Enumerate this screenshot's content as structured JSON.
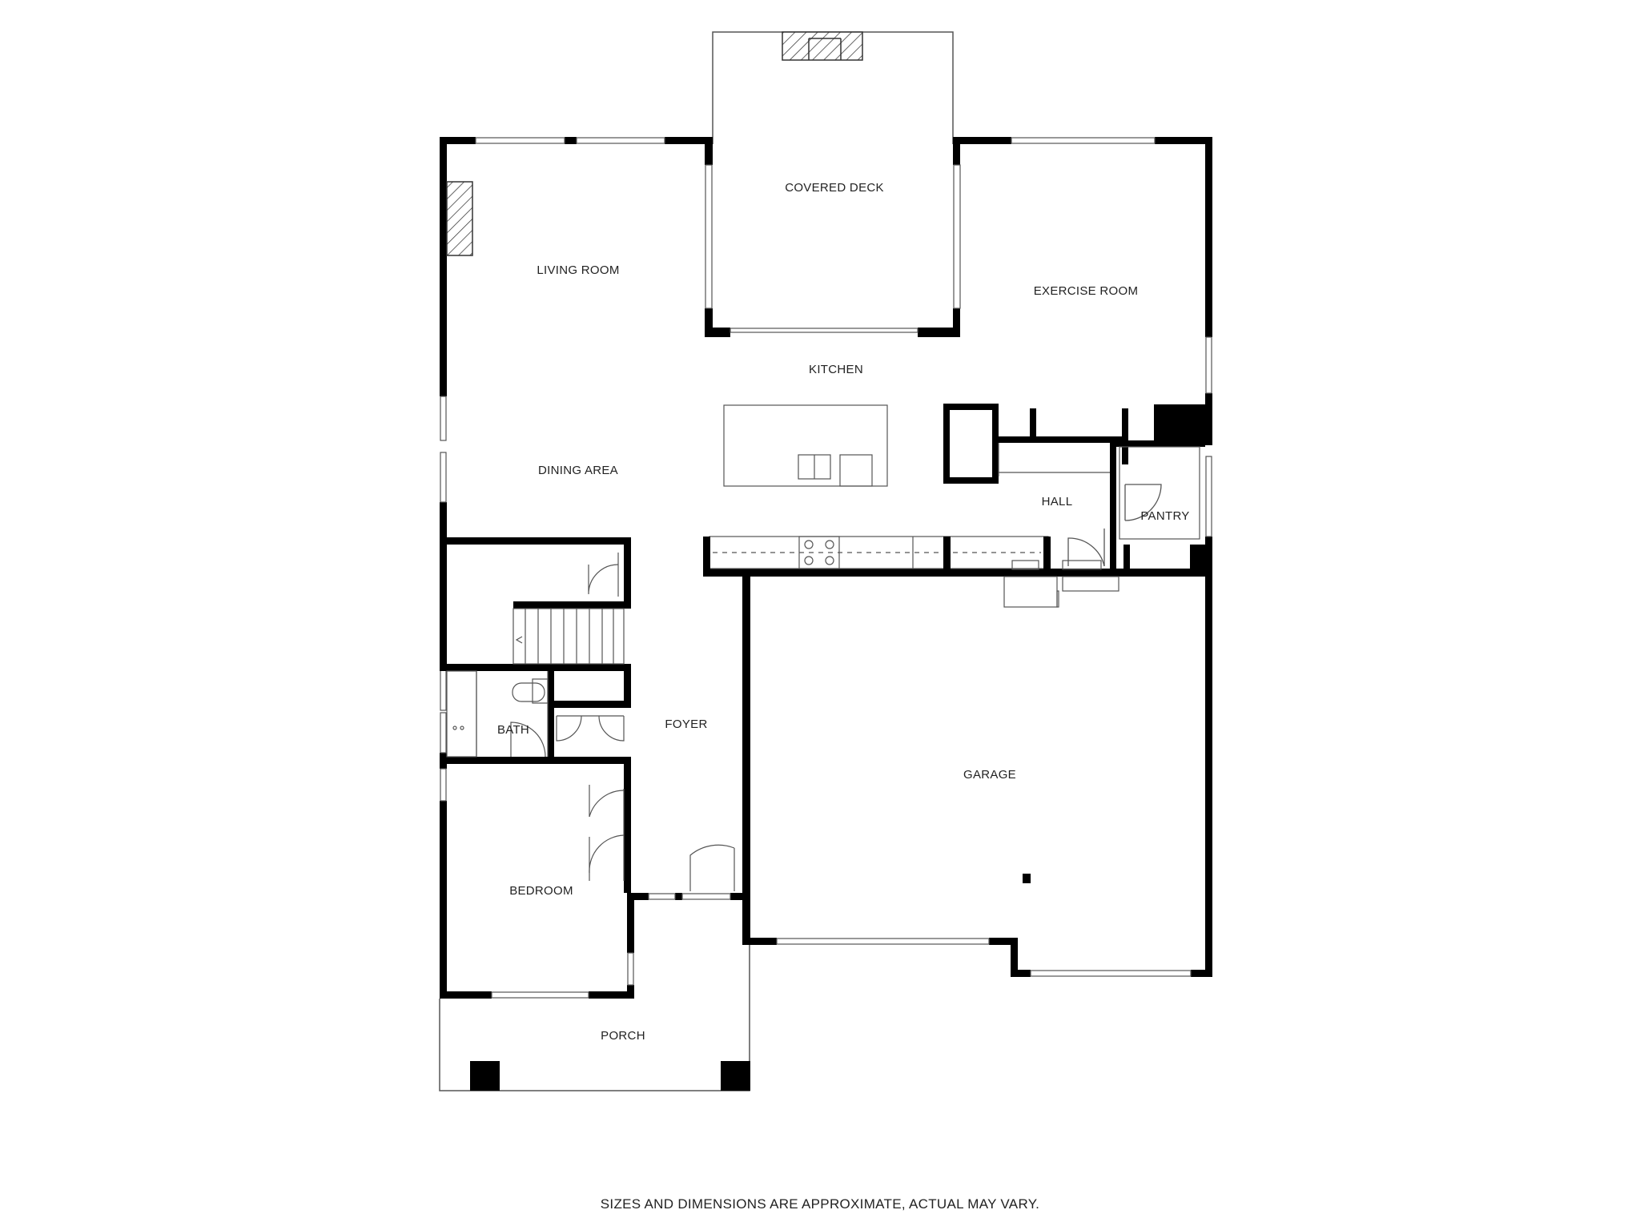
{
  "rooms": {
    "covered_deck": "COVERED DECK",
    "living_room": "LIVING ROOM",
    "exercise_room": "EXERCISE ROOM",
    "kitchen": "KITCHEN",
    "dining_area": "DINING AREA",
    "hall": "HALL",
    "pantry": "PANTRY",
    "bath": "BATH",
    "foyer": "FOYER",
    "garage": "GARAGE",
    "bedroom": "BEDROOM",
    "porch": "PORCH"
  },
  "disclaimer": "SIZES AND DIMENSIONS ARE APPROXIMATE, ACTUAL MAY VARY.",
  "colors": {
    "wall": "#000000",
    "line": "#555555",
    "background": "#ffffff"
  }
}
